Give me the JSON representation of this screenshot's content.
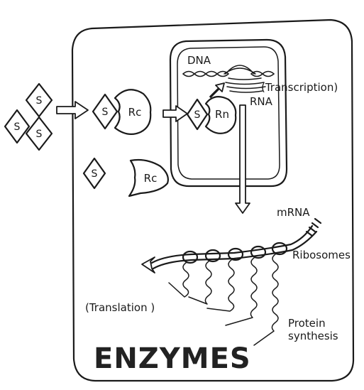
{
  "signal_label": "S",
  "receptor_label": "Rc",
  "nuclear_receptor_label": "Rn",
  "dna_label": "DNA",
  "rna_label": "RNA",
  "transcription_label": "(Transcription)",
  "mrna_label": "mRNA",
  "ribosomes_label": "Ribosomes",
  "translation_label": "(Translation )",
  "protein_label_line1": "Protein",
  "protein_label_line2": "synthesis",
  "enzymes_label": "ENZYMES"
}
